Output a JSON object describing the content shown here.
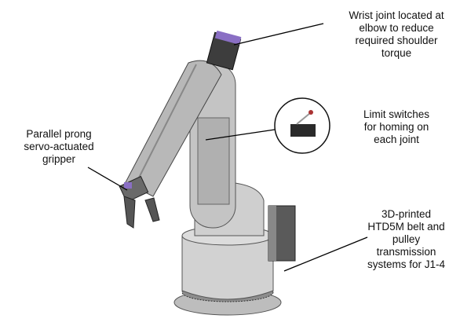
{
  "annotations": {
    "wrist": "Wrist joint located at\nelbow to reduce\nrequired shoulder\ntorque",
    "limit_switches": "Limit switches\nfor homing on\neach joint",
    "gripper": "Parallel prong\nservo-actuated\ngripper",
    "transmission": "3D-printed\nHTD5M belt and\npulley\ntransmission\nsystems for J1-4"
  },
  "colors": {
    "arm_light": "#c9c9c9",
    "arm_mid": "#9a9a9a",
    "arm_dark": "#4a4a4a",
    "accent": "#8a6fc4"
  }
}
